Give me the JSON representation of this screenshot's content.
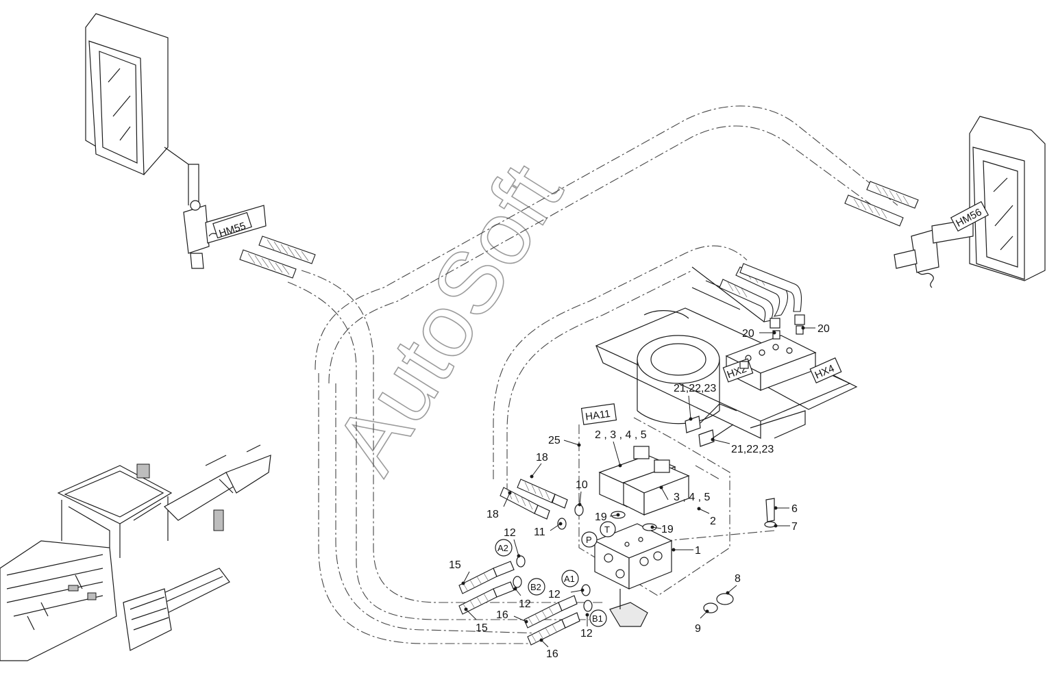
{
  "watermark": "AutoSoft",
  "connector_tags": {
    "hm55": "HM55",
    "hm56": "HM56",
    "hx2": "HX2",
    "hx4": "HX4",
    "ha11": "HA11"
  },
  "port_labels": {
    "a2": "A2",
    "b2": "B2",
    "a1": "A1",
    "b1": "B1",
    "p": "P",
    "t": "T"
  },
  "callouts": {
    "c1": "1",
    "c2": "2",
    "c2345": "2 , 3 , 4 , 5",
    "c345": "3 , 4 , 5",
    "c6": "6",
    "c7": "7",
    "c8": "8",
    "c9": "9",
    "c10": "10",
    "c11": "11",
    "c12a": "12",
    "c12b": "12",
    "c12c": "12",
    "c12d": "12",
    "c15a": "15",
    "c15b": "15",
    "c16a": "16",
    "c16b": "16",
    "c18a": "18",
    "c18b": "18",
    "c19a": "19",
    "c19b": "19",
    "c20a": "20",
    "c20b": "20",
    "c2122a": "21,22,23",
    "c2122b": "21,22,23",
    "c25": "25"
  }
}
